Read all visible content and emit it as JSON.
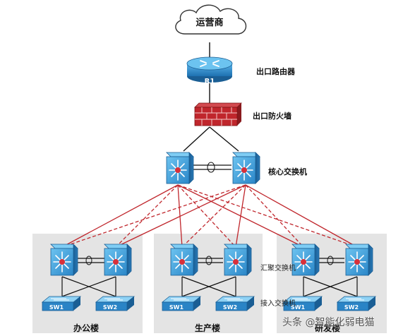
{
  "nodes": {
    "isp": "运营商",
    "router": "R1",
    "sw1_a": "SW1",
    "sw2_a": "SW2",
    "sw1_b": "SW1",
    "sw2_b": "SW2",
    "sw1_c": "SW1",
    "sw2_c": "SW2"
  },
  "labels": {
    "router": "出口路由器",
    "firewall": "出口防火墙",
    "core": "核心交换机",
    "aggregation": "汇聚交换机",
    "access": "接入交换机"
  },
  "buildings": [
    "办公楼",
    "生产楼",
    "研发楼"
  ],
  "watermark": "头条 @智能化弱电猫",
  "colors": {
    "device_blue": "#2f8fd0",
    "device_dark": "#1b5e93",
    "redline": "#c0262c",
    "firewall_red": "#c0262c",
    "panel_gray": "#e3e3e3"
  },
  "icons": [
    "cloud-icon",
    "router-icon",
    "firewall-icon",
    "layer3-switch-icon",
    "layer2-switch-icon"
  ]
}
